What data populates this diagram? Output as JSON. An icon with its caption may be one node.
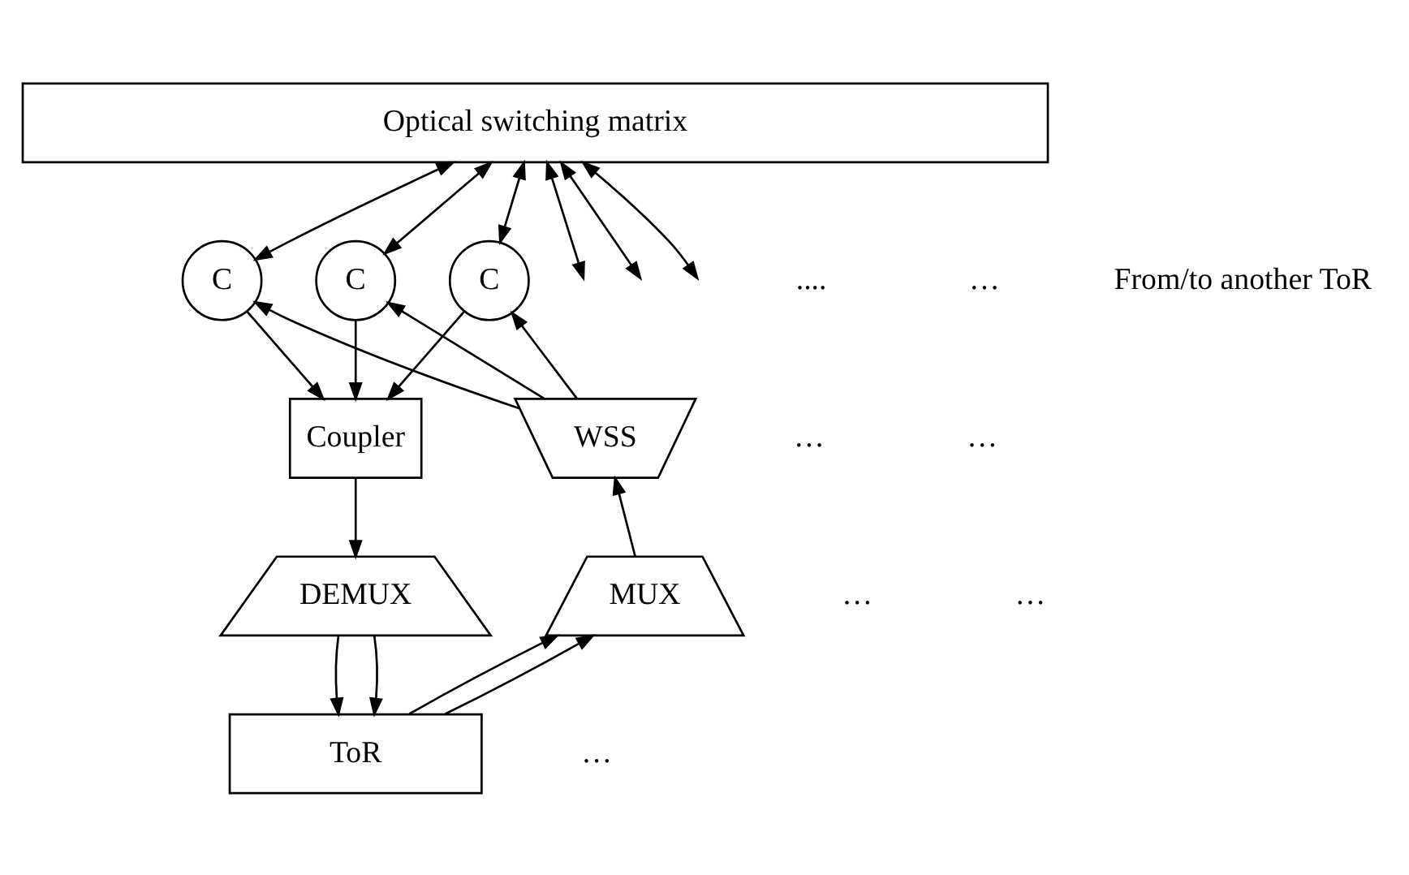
{
  "diagram": {
    "nodes": [
      {
        "text": [
          "Optical switching matrix"
        ]
      },
      {
        "text": [
          "C"
        ]
      },
      {
        "text": [
          "C"
        ]
      },
      {
        "text": [
          "C"
        ]
      },
      {
        "text": [
          "WSS"
        ]
      },
      {
        "text": [
          "Coupler"
        ]
      },
      {
        "text": [
          "MUX"
        ]
      },
      {
        "text": [
          "DEMUX"
        ]
      },
      {
        "text": [
          "ToR"
        ]
      }
    ],
    "edges": [
      {
        "from": 0,
        "to": 1,
        "arrow": "both"
      },
      {
        "from": 0,
        "to": 2,
        "arrow": "both"
      },
      {
        "from": 0,
        "to": 3,
        "arrow": "both"
      },
      {
        "from": 0,
        "to": null,
        "arrow": "both"
      },
      {
        "from": 0,
        "to": null,
        "arrow": "both"
      },
      {
        "from": 0,
        "to": null,
        "arrow": "both"
      },
      {
        "from": 4,
        "to": 1,
        "arrow": "to"
      },
      {
        "from": 4,
        "to": 2,
        "arrow": "to"
      },
      {
        "from": 4,
        "to": 3,
        "arrow": "to"
      },
      {
        "from": 1,
        "to": 5,
        "arrow": "to"
      },
      {
        "from": 2,
        "to": 5,
        "arrow": "to"
      },
      {
        "from": 3,
        "to": 5,
        "arrow": "to"
      },
      {
        "from": 6,
        "to": 4,
        "arrow": "to"
      },
      {
        "from": 5,
        "to": 7,
        "arrow": "to"
      },
      {
        "from": 8,
        "to": 6,
        "arrow": "to"
      },
      {
        "from": 8,
        "to": 6,
        "arrow": "to"
      },
      {
        "from": 7,
        "to": 8,
        "arrow": "to"
      },
      {
        "from": 7,
        "to": 8,
        "arrow": "to"
      }
    ],
    "labels": [
      "....",
      "…",
      "From/to another ToR",
      "…",
      "…",
      "…",
      "…",
      "…"
    ]
  }
}
